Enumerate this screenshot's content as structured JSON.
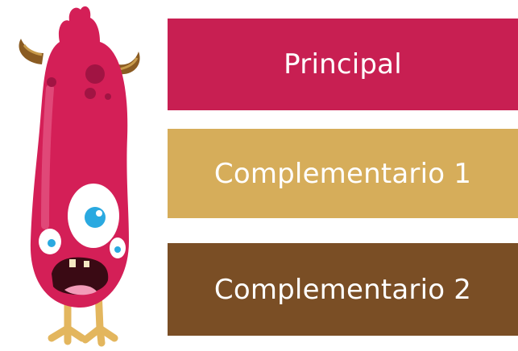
{
  "palette": {
    "principal": {
      "label": "Principal",
      "color": "#c81f52"
    },
    "complementario_1": {
      "label": "Complementario 1",
      "color": "#d6ad5a"
    },
    "complementario_2": {
      "label": "Complementario 2",
      "color": "#7a4e25"
    }
  },
  "mascot": {
    "icon": "pink-monster-illustration"
  }
}
